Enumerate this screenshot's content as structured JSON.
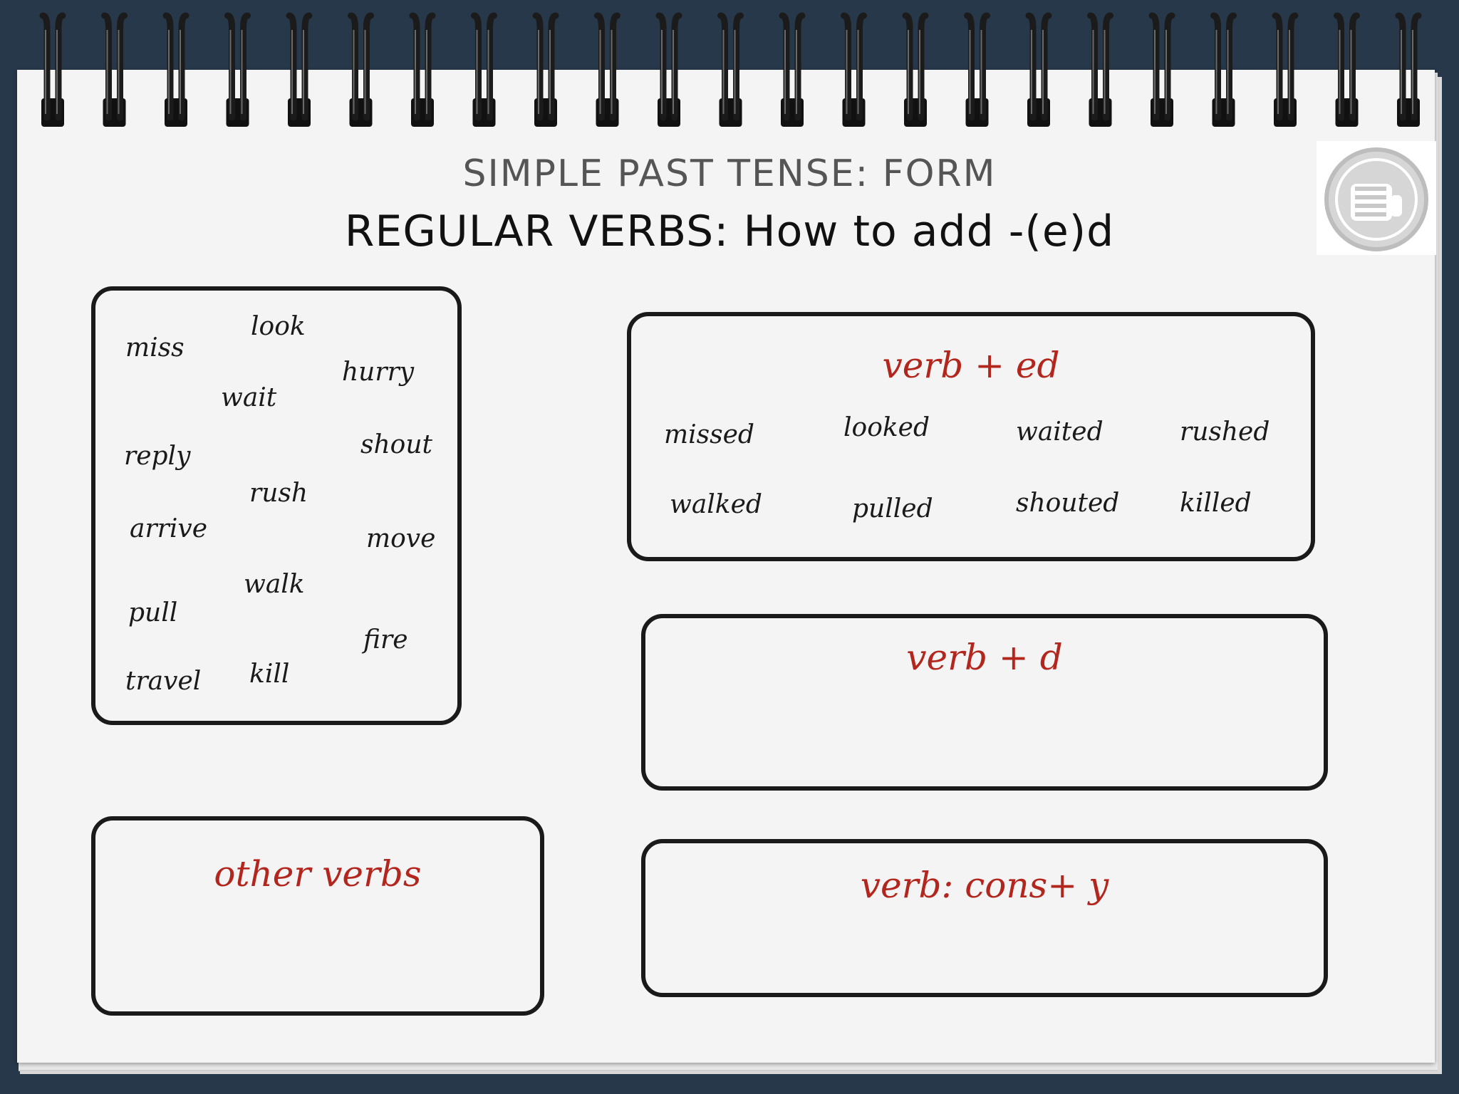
{
  "title": "SIMPLE PAST TENSE: FORM",
  "subtitle": "REGULAR VERBS: How to add -(e)d",
  "word_bank": [
    "look",
    "miss",
    "hurry",
    "wait",
    "shout",
    "reply",
    "rush",
    "arrive",
    "move",
    "walk",
    "pull",
    "fire",
    "travel",
    "kill"
  ],
  "ed_box": {
    "heading": "verb + ed",
    "words": [
      "missed",
      "looked",
      "waited",
      "rushed",
      "walked",
      "pulled",
      "shouted",
      "killed"
    ]
  },
  "d_box": {
    "heading": "verb + d"
  },
  "y_box": {
    "heading": "verb: cons+ y"
  },
  "other_box": {
    "heading": "other verbs"
  },
  "colors": {
    "heading_red": "#b3261e",
    "background": "#27384a",
    "paper": "#f4f4f4"
  }
}
